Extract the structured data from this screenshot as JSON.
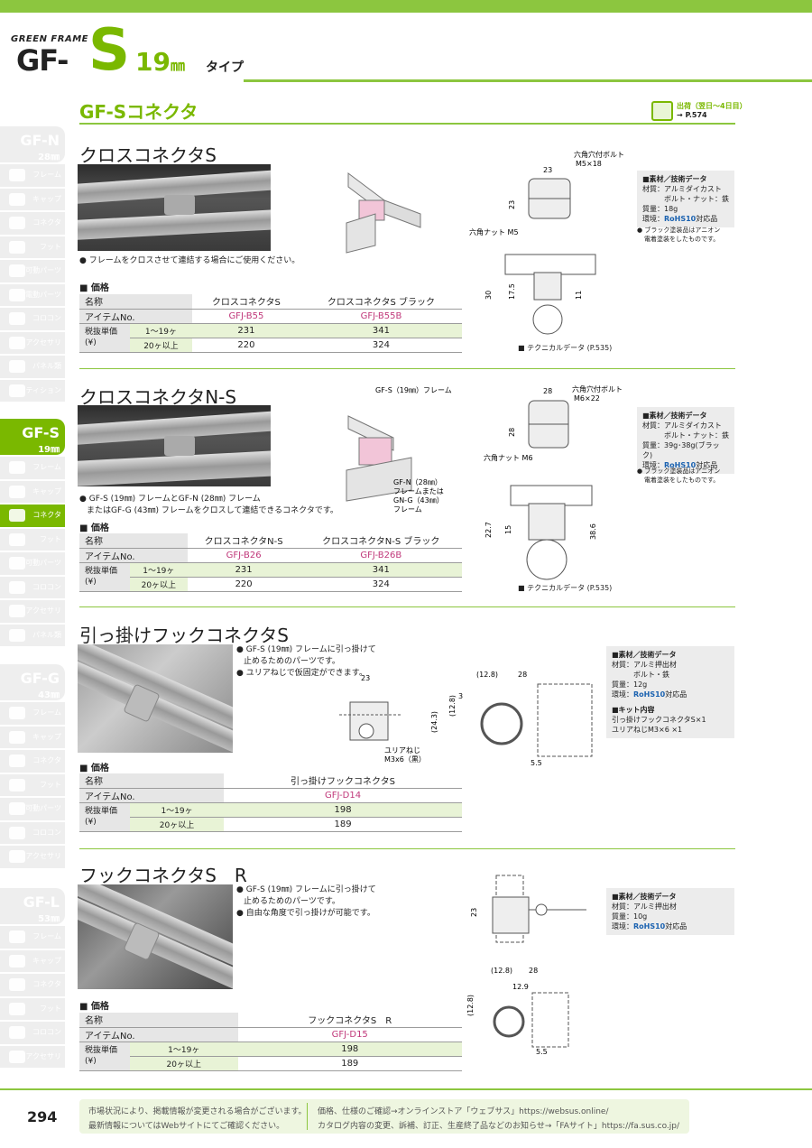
{
  "header": {
    "brand_small": "GREEN FRAME",
    "brand_gf": "GF-",
    "brand_s": "S",
    "brand_19": "19",
    "brand_mm": "㎜",
    "brand_type": "タイプ"
  },
  "section": {
    "title": "GF-Sコネクタ",
    "ship_text": "出荷（翌日〜4日目）",
    "ship_ref": "→ P.574"
  },
  "sidebar": {
    "groups": [
      {
        "title": "GF-N",
        "sub": "28㎜",
        "items": [
          "フレーム",
          "キャップ",
          "コネクタ",
          "フット",
          "可動パーツ",
          "電動パーツ",
          "コロコン",
          "アクセサリ",
          "パネル類",
          "パーティション"
        ]
      },
      {
        "title": "GF-S",
        "sub": "19㎜",
        "items": [
          "フレーム",
          "キャップ",
          "コネクタ",
          "フット",
          "可動パーツ",
          "コロコン",
          "アクセサリ",
          "パネル類"
        ]
      },
      {
        "title": "GF-G",
        "sub": "43㎜",
        "items": [
          "フレーム",
          "キャップ",
          "コネクタ",
          "フット",
          "可動パーツ",
          "コロコン",
          "アクセサリ"
        ]
      },
      {
        "title": "GF-L",
        "sub": "53㎜",
        "items": [
          "フレーム",
          "キャップ",
          "コネクタ",
          "フット",
          "コロコン",
          "アクセサリ"
        ]
      }
    ]
  },
  "common": {
    "price_label": "■ 価格",
    "name": "名称",
    "item_no": "アイテムNo.",
    "price_head_1": "税抜単価",
    "price_head_2": "(¥)",
    "qty1": "1〜19ヶ",
    "qty2": "20ヶ以上",
    "tech": "■ テクニカルデータ (P.535)",
    "spec_head": "■素材／技術データ"
  },
  "products": [
    {
      "title": "クロスコネクタS",
      "note": "● フレームをクロスさせて連結する場合にご使用ください。",
      "cols": [
        "クロスコネクタS",
        "クロスコネクタS ブラック"
      ],
      "codes": [
        "GFJ-B55",
        "GFJ-B55B"
      ],
      "p1": [
        "231",
        "341"
      ],
      "p2": [
        "220",
        "324"
      ],
      "spec": {
        "material": "材質：アルミダイカスト",
        "material2": "ボルト・ナット：鉄",
        "weight": "質量：18g",
        "env": "環境：",
        "rohs": "RoHS10",
        "env2": "対応品"
      },
      "spec_note1": "● ブラック塗装品はアニオン",
      "spec_note2": "電着塗装をしたものです。",
      "dims": {
        "top": "23",
        "side": "23",
        "bolt": "六角穴付ボルト",
        "bolt2": "M5×18",
        "nut": "六角ナット M5",
        "h1": "30",
        "h2": "17.5",
        "h3": "11"
      }
    },
    {
      "title": "クロスコネクタN-S",
      "note": "● GF-S (19㎜) フレームとGF-N (28㎜) フレーム",
      "note2": "またはGF-G (43㎜) フレームをクロスして連結できるコネクタです。",
      "cols": [
        "クロスコネクタN-S",
        "クロスコネクタN-S ブラック"
      ],
      "codes": [
        "GFJ-B26",
        "GFJ-B26B"
      ],
      "p1": [
        "231",
        "341"
      ],
      "p2": [
        "220",
        "324"
      ],
      "spec": {
        "material": "材質：アルミダイカスト",
        "material2": "ボルト・ナット：鉄",
        "weight": "質量：39g･38g(ブラック)",
        "env": "環境：",
        "rohs": "RoHS10",
        "env2": "対応品"
      },
      "spec_note1": "● ブラック塗装品はアニオン",
      "spec_note2": "電着塗装をしたものです。",
      "dims": {
        "top": "28",
        "side": "28",
        "bolt": "六角穴付ボルト",
        "bolt2": "M6×22",
        "nut": "六角ナット M6",
        "h1": "22.7",
        "h2": "15",
        "h3": "38.6",
        "label_s": "GF-S（19㎜）フレーム",
        "label_n1": "GF-N（28㎜）",
        "label_n2": "フレームまたは",
        "label_n3": "GN-G（43㎜）",
        "label_n4": "フレーム"
      }
    },
    {
      "title": "引っ掛けフックコネクタS",
      "note": "● GF-S (19㎜) フレームに引っ掛けて",
      "note2": "止めるためのパーツです。",
      "note3": "● ユリアねじで仮固定ができます。",
      "cols": [
        "引っ掛けフックコネクタS"
      ],
      "codes": [
        "GFJ-D14"
      ],
      "p1": [
        "198"
      ],
      "p2": [
        "189"
      ],
      "spec": {
        "material": "材質：アルミ押出材",
        "material2": "ボルト・鉄",
        "weight": "質量：12g",
        "env": "環境：",
        "rohs": "RoHS10",
        "env2": "対応品",
        "kit": "■キット内容",
        "kit1": "引っ掛けフックコネクタS×1",
        "kit2": "ユリアねじM3×6 ×1"
      },
      "dims": {
        "w": "23",
        "a": "(12.8)",
        "b": "28",
        "c": "3",
        "d": "(12.8)",
        "e": "(24.3)",
        "f": "5.5",
        "screw1": "ユリアねじ",
        "screw2": "M3x6（黒）"
      }
    },
    {
      "title": "フックコネクタS　R",
      "note": "● GF-S (19㎜) フレームに引っ掛けて",
      "note2": "止めるためのパーツです。",
      "note3": "● 自由な角度で引っ掛けが可能です。",
      "cols": [
        "フックコネクタS　R"
      ],
      "codes": [
        "GFJ-D15"
      ],
      "p1": [
        "198"
      ],
      "p2": [
        "189"
      ],
      "spec": {
        "material": "材質：アルミ押出材",
        "weight": "質量：10g",
        "env": "環境：",
        "rohs": "RoHS10",
        "env2": "対応品"
      },
      "dims": {
        "h": "23",
        "a": "(12.8)",
        "b": "28",
        "c": "12.9",
        "d": "(12.8)",
        "f": "5.5"
      }
    }
  ],
  "footer": {
    "page": "294",
    "l1": "市場状況により、掲載情報が変更される場合がございます。",
    "l2": "最新情報についてはWebサイトにてご確認ください。",
    "r1": "価格、仕様のご確認→オンラインストア「ウェブサス」https://websus.online/",
    "r2": "カタログ内容の変更、訴補、訂正、生産終了品などのお知らせ→「FAサイト」https://fa.sus.co.jp/"
  }
}
